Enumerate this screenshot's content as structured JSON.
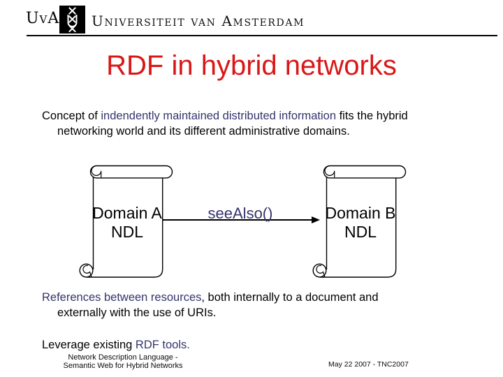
{
  "header": {
    "logo_text": "UvA",
    "university_name": "Universiteit van Amsterdam"
  },
  "title": "RDF in hybrid networks",
  "paragraph1": {
    "line1_black1": "Concept of ",
    "line1_accent": "indendently maintained distributed information",
    "line1_black2": " fits the hybrid",
    "line2": "networking world and its different administrative domains."
  },
  "diagram": {
    "left_scroll": {
      "line1": "Domain A",
      "line2": "NDL"
    },
    "right_scroll": {
      "line1": "Domain B",
      "line2": "NDL"
    },
    "arrow_label": "seeAlso()"
  },
  "paragraph2": {
    "line1_accent": "References between resources",
    "line1_black": ", both internally to a document and",
    "line2": "externally with the use of URIs."
  },
  "paragraph3": {
    "black": "Leverage existing ",
    "accent": "RDF tools."
  },
  "footer": {
    "left_line1": "Network Description Language -",
    "left_line2": "Semantic Web for Hybrid Networks",
    "right": "May 22 2007 - TNC2007"
  },
  "colors": {
    "title_red": "#da1717",
    "accent_blue": "#34346e",
    "text_black": "#000000"
  }
}
